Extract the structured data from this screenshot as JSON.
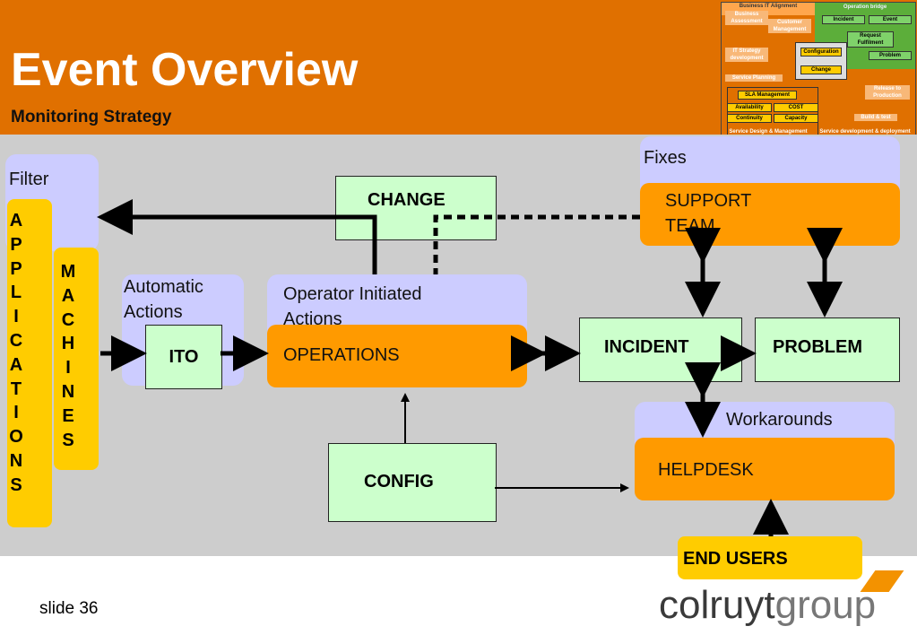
{
  "slide": {
    "title": "Event Overview",
    "subtitle": "Monitoring Strategy",
    "footer": "slide 36",
    "logo": {
      "part1": "colruyt",
      "part2": "group"
    }
  },
  "minimap": {
    "header_left": "Business IT Alignment",
    "header_right": "Operation bridge",
    "business_assessment": "Business Assessment",
    "customer_management": "Customer Management",
    "incident": "Incident",
    "event": "Event",
    "request_fulfilment": "Request Fulfilment",
    "it_strategy": "IT Strategy development",
    "configuration": "Configuration",
    "change": "Change",
    "problem": "Problem",
    "service_planning": "Service Planning",
    "sla_management": "SLA Management",
    "availability": "Availability",
    "cost": "COST",
    "continuity": "Continuity",
    "capacity": "Capacity",
    "release": "Release to Production",
    "build_test": "Build & test",
    "footer_left": "Service Design & Management",
    "footer_right": "Service development & deployment"
  },
  "diagram": {
    "filter": "Filter",
    "applications": [
      "A",
      "P",
      "P",
      "L",
      "I",
      "C",
      "A",
      "T",
      "I",
      "O",
      "N",
      "S"
    ],
    "machines": [
      "M",
      "A",
      "C",
      "H",
      "I",
      "N",
      "E",
      "S"
    ],
    "automatic_actions": "Automatic Actions",
    "ito": "ITO",
    "operator_initiated_actions": "Operator Initiated Actions",
    "operations": "OPERATIONS",
    "change": "CHANGE",
    "config": "CONFIG",
    "fixes": "Fixes",
    "support_team": "SUPPORT TEAM",
    "incident": "INCIDENT",
    "problem": "PROBLEM",
    "workarounds": "Workarounds",
    "helpdesk": "HELPDESK",
    "end_users": "END USERS"
  },
  "colors": {
    "header": "#e07000",
    "box_orange": "#ff9a00",
    "box_green": "#ccffcc",
    "box_lavender": "#ccccff",
    "box_yellow": "#ffcc00"
  }
}
